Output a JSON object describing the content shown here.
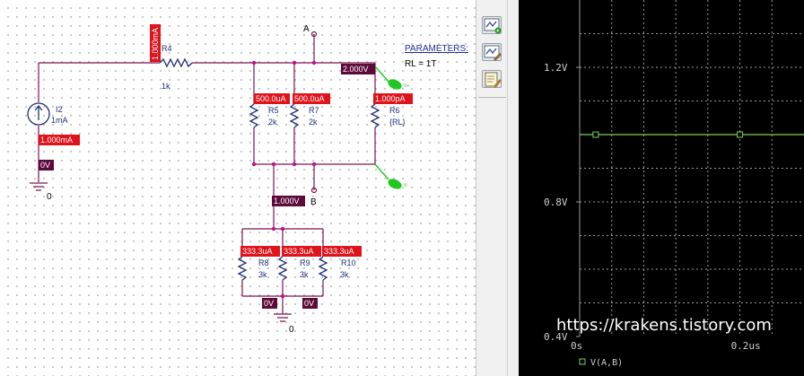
{
  "schematic": {
    "colors": {
      "wire": "#7a1550",
      "part": "#1f2f7a",
      "marker_red": "#e0131a",
      "marker_dark": "#5c0a3a",
      "probe_green": "#1ec81e"
    },
    "source": {
      "ref": "I2",
      "value": "1mA",
      "current_marker": "1.000mA",
      "voltage_marker": "0V",
      "ground_label": "0"
    },
    "r4": {
      "ref": "R4",
      "value": "1k",
      "current_marker": "1.000mA"
    },
    "node_a": {
      "label": "A",
      "voltage_marker": "2.000V"
    },
    "node_b": {
      "label": "B",
      "voltage_marker": "1.000V"
    },
    "parameters": {
      "title": "PARAMETERS:",
      "line": "RL = 1T"
    },
    "r5": {
      "ref": "R5",
      "value": "2k",
      "current_marker": "500.0uA"
    },
    "r7": {
      "ref": "R7",
      "value": "2k",
      "current_marker": "500.0uA"
    },
    "r6": {
      "ref": "R6",
      "value": "{RL}",
      "current_marker": "1.000pA"
    },
    "r8": {
      "ref": "R8",
      "value": "3k",
      "current_marker": "333.3uA"
    },
    "r9": {
      "ref": "R9",
      "value": "3k",
      "current_marker": "333.3uA"
    },
    "r10": {
      "ref": "R10",
      "value": "3k",
      "current_marker": "333.3uA"
    },
    "bottom": {
      "voltage_marker_left": "0V",
      "voltage_marker_right": "0V",
      "ground_label": "0"
    }
  },
  "toolbar": {
    "icons": [
      "probe-add-trace-icon",
      "probe-window-icon",
      "probe-edit-icon"
    ]
  },
  "probe": {
    "colors": {
      "background": "#000000",
      "grid": "#9a9a9a",
      "axis_text": "#cfcfcf",
      "trace": "#7dd05a"
    },
    "y_ticks": [
      "1.2V",
      "0.8V",
      "0.4V"
    ],
    "x_ticks": [
      "0s",
      "0.2us"
    ],
    "legend": "V(A,B)",
    "watermark": "https://krakens.tistory.com"
  },
  "chart_data": {
    "type": "line",
    "title": "",
    "xlabel": "",
    "ylabel": "",
    "xlim": [
      0,
      0.28
    ],
    "ylim": [
      0.4,
      1.4
    ],
    "x_unit": "us",
    "y_unit": "V",
    "series": [
      {
        "name": "V(A,B)",
        "x": [
          0,
          0.02,
          0.2,
          0.28
        ],
        "y": [
          1.0,
          1.0,
          1.0,
          1.0
        ],
        "markers": [
          0.02,
          0.2
        ]
      }
    ],
    "grid": true
  }
}
